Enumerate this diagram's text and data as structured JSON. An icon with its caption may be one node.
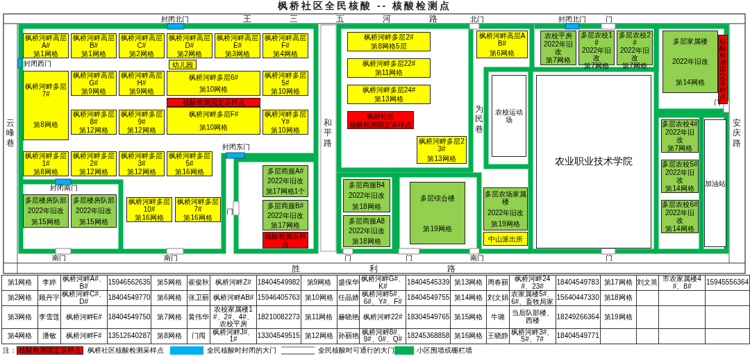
{
  "diagram": {
    "title": "枫桥社区全民核酸 -- 核酸检测点",
    "nodes": [
      {
        "text": [
          "枫桥河畔高层A#",
          "第1网格"
        ]
      },
      {
        "text": [
          "枫桥河畔高层B#",
          "第1网格"
        ]
      },
      {
        "text": [
          "枫桥河畔高层C#",
          "第2网格"
        ]
      },
      {
        "text": [
          "枫桥河畔高层D#",
          "第2网格"
        ]
      },
      {
        "text": [
          "枫桥河畔高层E#",
          "第3网格"
        ]
      },
      {
        "text": [
          "枫桥河畔高层F#",
          "第4网格"
        ]
      },
      {
        "text": [
          "幼儿园"
        ]
      },
      {
        "text": [
          "枫桥河畔多层7#",
          "第8网格"
        ]
      },
      {
        "text": [
          "枫桥河畔高层G#",
          "第9网格"
        ]
      },
      {
        "text": [
          "枫桥河畔高层H#",
          "第9网格"
        ]
      },
      {
        "text": [
          "枫桥河畔多层6#",
          "第10网格"
        ]
      },
      {
        "text": [
          "枫桥河畔多层5#",
          "第10网格"
        ]
      },
      {
        "text": [
          "核酸检测固定采样点"
        ]
      },
      {
        "text": [
          "枫桥河畔多层F#",
          "第10网格"
        ]
      },
      {
        "text": [
          "枫桥河畔多层8#",
          "第12网格"
        ]
      },
      {
        "text": [
          "枫桥河畔多层9#",
          "第12网格"
        ]
      },
      {
        "text": [
          "枫桥河畔多层Y#",
          "第10网格"
        ]
      },
      {
        "text": [
          "枫桥河畔多层1#",
          "第8网格"
        ]
      },
      {
        "text": [
          "枫桥河畔多层2#",
          "第12网格"
        ]
      },
      {
        "text": [
          "枫桥河畔多层3#",
          "第12网格"
        ]
      },
      {
        "text": [
          "枫桥河畔多层5#",
          "第16网格"
        ]
      },
      {
        "text": [
          "多层楼房队部",
          "2022年旧改",
          "第15网格"
        ]
      },
      {
        "text": [
          "多层楼房队部",
          "2022年旧改",
          "第15网格"
        ]
      },
      {
        "text": [
          "枫桥河畔多层10#",
          "第16网格"
        ]
      },
      {
        "text": [
          "枫桥河畔多层7#",
          "第16网格"
        ]
      },
      {
        "text": [
          "多层商服A#",
          "2022年旧改",
          "第17网格1个"
        ]
      },
      {
        "text": [
          "多层商服B#",
          "2022年旧改",
          "第17网格"
        ]
      },
      {
        "text": [
          "核酸检测采样点"
        ]
      },
      {
        "text": [
          "枫桥河畔多层2#",
          "第8网格5层"
        ]
      },
      {
        "text": [
          "枫桥河畔高层AB#",
          "第6网格"
        ]
      },
      {
        "text": [
          "枫桥河畔多层22#",
          "第11网格"
        ]
      },
      {
        "text": [
          "枫桥河畔多层24#",
          "第13网格"
        ]
      },
      {
        "text": [
          "枫桥社区",
          "核酸检测固定采样点"
        ]
      },
      {
        "text": [
          "枫桥河畔多层23#",
          "第13网格"
        ]
      },
      {
        "text": [
          "农校平房",
          "2022年旧改",
          "第7网格"
        ]
      },
      {
        "text": [
          "多层农校1#",
          "2022年旧改",
          "第7网格"
        ]
      },
      {
        "text": [
          "多层农校2#",
          "2022年旧改",
          "第7网格"
        ]
      },
      {
        "text": [
          "多层家属楼",
          "2022年旧改",
          "第14网格"
        ]
      },
      {
        "text": [
          "核酸检测固定采样点"
        ]
      },
      {
        "text": [
          "农校运动场"
        ]
      },
      {
        "text": [
          "农业职业技术学院"
        ]
      },
      {
        "text": [
          "多层农校4#",
          "2022年旧改",
          "第7网格"
        ]
      },
      {
        "text": [
          "多层农校5#",
          "2022年旧改",
          "第14网格"
        ]
      },
      {
        "text": [
          "多层农校6#",
          "2022年旧改",
          "第14网格"
        ]
      },
      {
        "text": [
          "加油站"
        ]
      },
      {
        "text": [
          "多层商服B4",
          "2022年旧改",
          "第18网格"
        ]
      },
      {
        "text": [
          "多层商服A8",
          "2022年旧改",
          "第18网格"
        ]
      },
      {
        "text": [
          "多层综合楼",
          "第19网格"
        ]
      },
      {
        "text": [
          "多层农场家属楼",
          "2022年旧改",
          "第19网格"
        ]
      },
      {
        "text": [
          "中山派出所"
        ]
      }
    ],
    "labels": [
      "王三五河路",
      "云峰巷",
      "和平路",
      "为民巷",
      "安庆路",
      "胜利路",
      "封闭北门",
      "北门",
      "封闭北门",
      "门",
      "封闭西门",
      "门",
      "封闭东门",
      "封闭南门",
      "门",
      "南门",
      "南门",
      "门",
      "门",
      "南门",
      "门",
      "第1网格",
      "李婷",
      "枫桥河畔A#、B#",
      "15946562635",
      "第5网格",
      "崔俊秋",
      "枫桥河畔Z#",
      "18404549982",
      "第9网格",
      "盛保华",
      "枫桥河畔G#、K#",
      "18404545339",
      "第13网格",
      "周春丽",
      "枫桥河畔24#、23#",
      "18404549783",
      "第17网格",
      "刘文英",
      "市农家属楼4#、8#",
      "15945556364",
      "第2网格",
      "顾丹宇",
      "枫桥河畔C#、D#",
      "18404549770",
      "第6网格",
      "张卫丽",
      "枫桥河畔AB#",
      "15946405763",
      "第10网格",
      "任晶婧",
      "枫桥河畔5#、6#、Y#、F#",
      "18404549755",
      "第14网格",
      "刘文娟",
      "农家属楼5#、6#、畜牧局家",
      "15640447330",
      "第18网格",
      "第3网格",
      "李雪莲",
      "枫桥河畔E#",
      "18404549750",
      "第7网格",
      "黄伟华",
      "农校家属楼1#、2#、4#、农校平房",
      "18210082273",
      "第11网格",
      "赫晓艳",
      "枫桥河畔22#",
      "18304549765",
      "第15网格",
      "牛璐",
      "当后队部楼、西楼",
      "18249266364",
      "第19网格",
      "第4网格",
      "潘敏",
      "枫桥河畔F#",
      "13512640287",
      "第8网格",
      "门闯",
      "枫桥河畔J#、1#",
      "13304549515",
      "第12网格",
      "孙丽艳",
      "枫桥河畔8#、9#、0#、Q#",
      "18245368858",
      "第16网格",
      "王晓静",
      "枫桥河畔3#、5#、7#",
      "18404549771",
      "注：",
      "核酸检测固定采样点"
    ],
    "legend": [
      {
        "text": "枫桥社区核酸检测采样点",
        "color": "#ff0000"
      },
      {
        "text": "全民核酸时封闭的大门",
        "color": "#00b0f0"
      },
      {
        "text": "全民核酸时可通行的大门"
      },
      {
        "text": "小区围墙或栅栏墙",
        "color": "#00b050"
      }
    ]
  }
}
